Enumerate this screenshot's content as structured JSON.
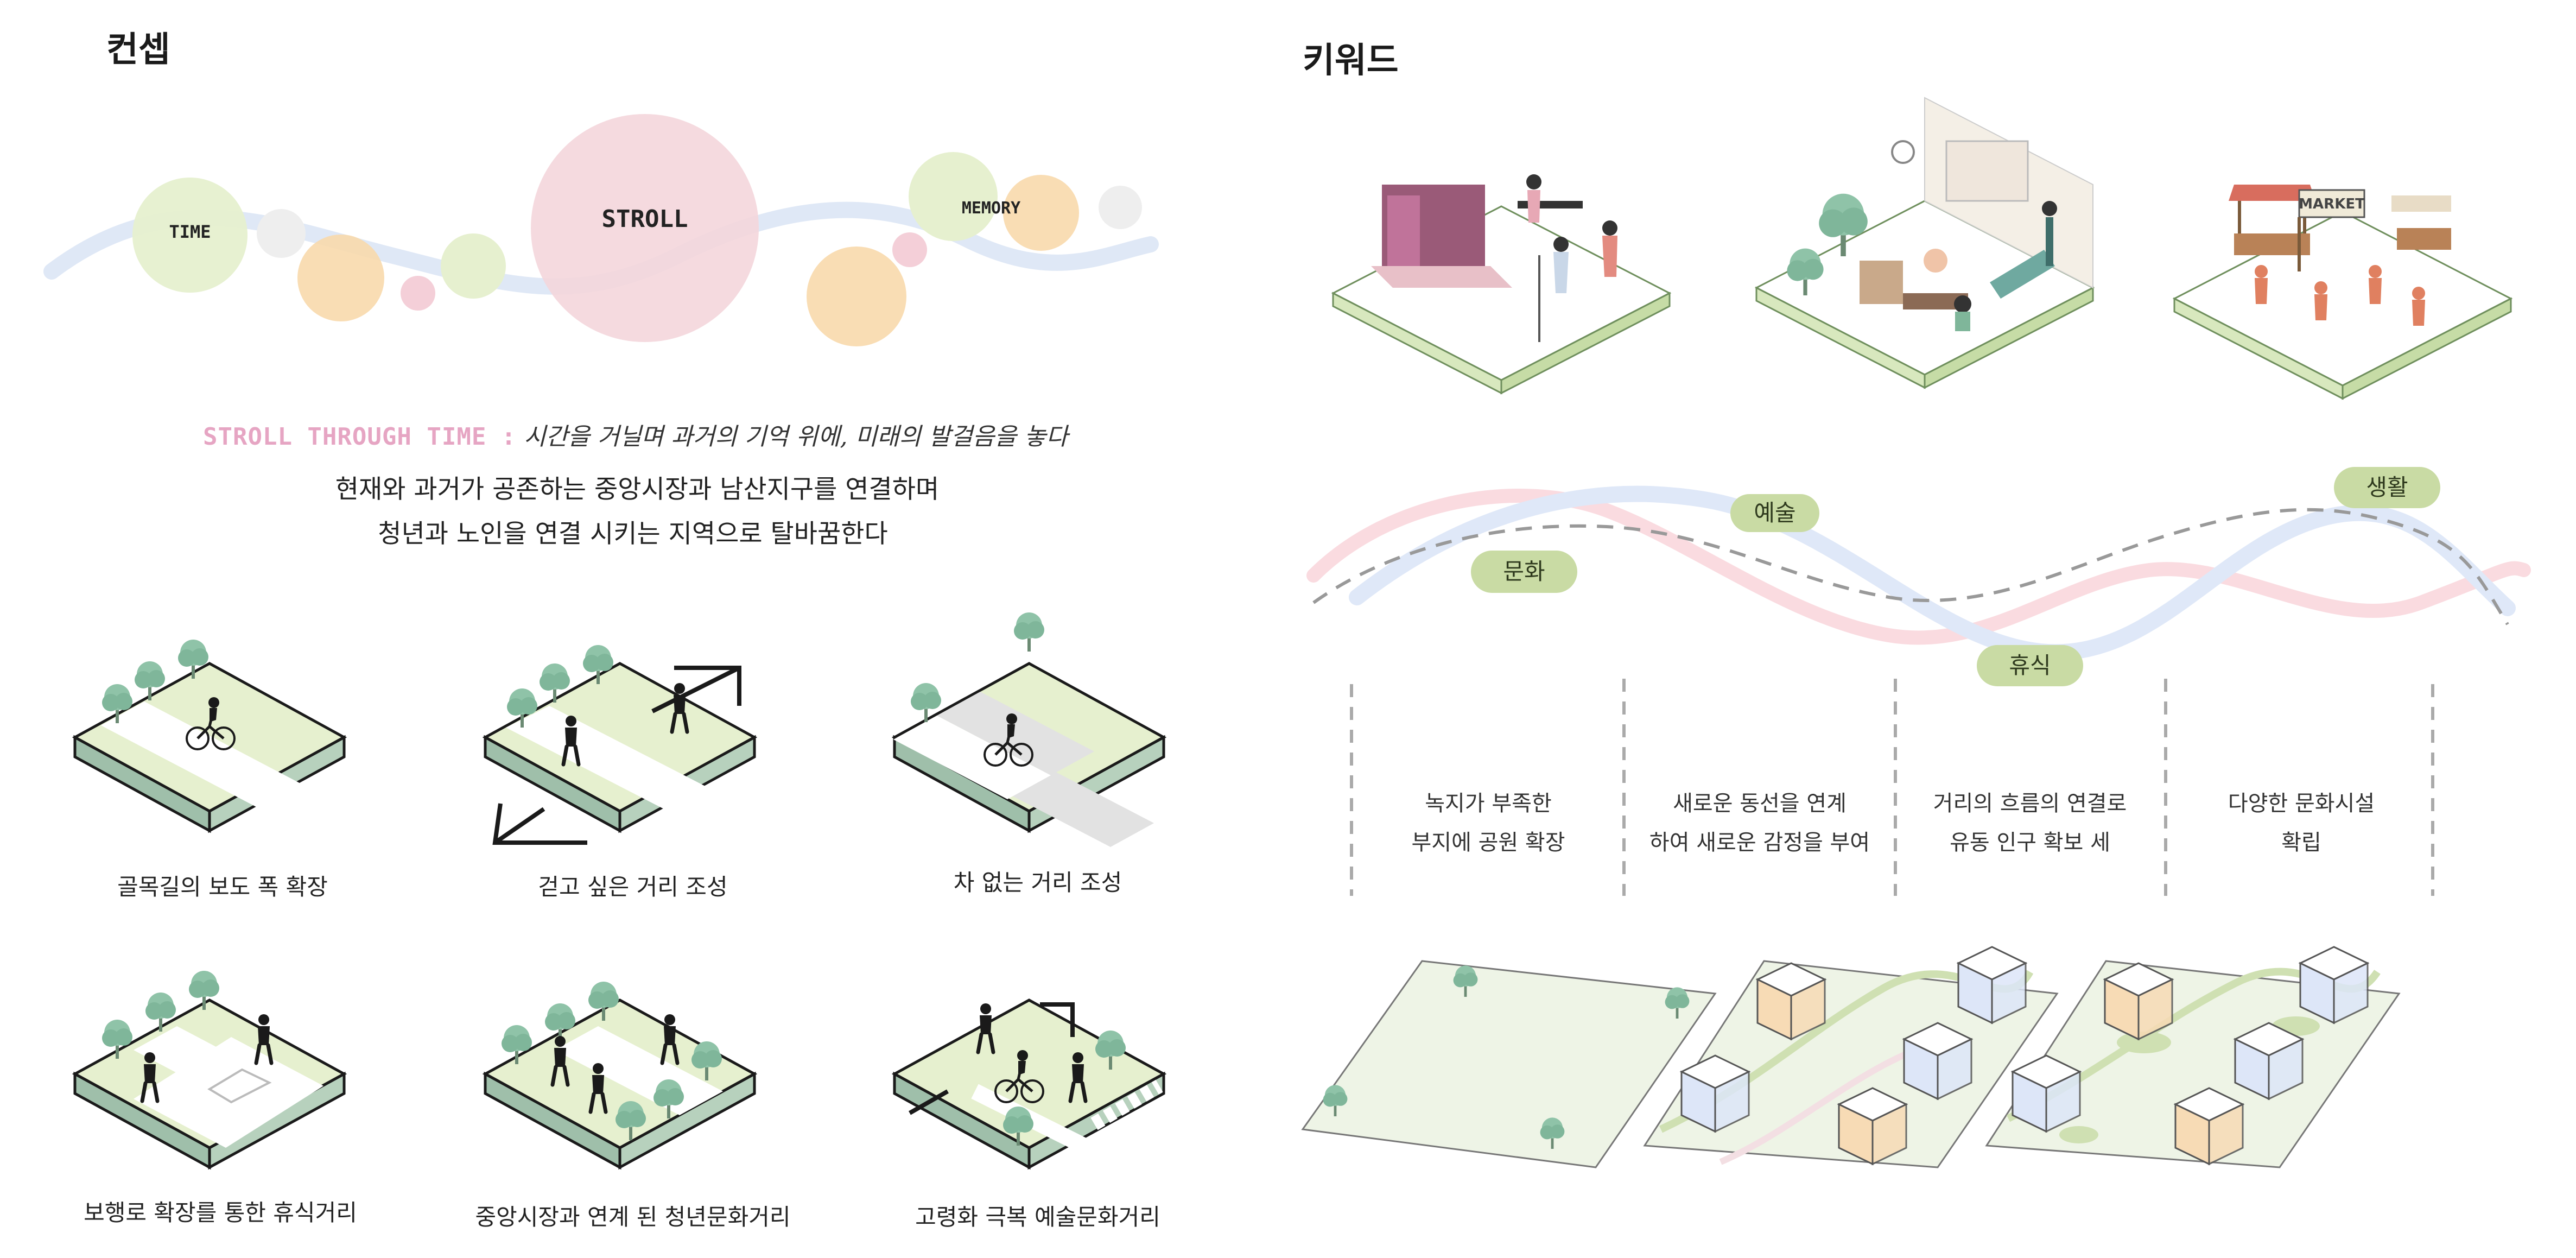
{
  "left": {
    "title": "컨셉",
    "bubbles": {
      "time": "TIME",
      "stroll": "STROLL",
      "memory": "MEMORY"
    },
    "tagline_strong": "STROLL THROUGH TIME :",
    "tagline_rest": "시간을 거닐며 과거의 기억 위에, 미래의 발걸음을 놓다",
    "body_lines": [
      "현재와 과거가 공존하는 중앙시장과 남산지구를 연결하며",
      "청년과 노인을 연결 시키는 지역으로 탈바꿈한다"
    ],
    "diagrams": [
      {
        "caption": "골목길의 보도 폭 확장"
      },
      {
        "caption": "걷고 싶은 거리 조성"
      },
      {
        "caption": "차 없는 거리 조성"
      },
      {
        "caption": "보행로 확장를 통한 휴식거리"
      },
      {
        "caption": "중앙시장과 연계 된 청년문화거리"
      },
      {
        "caption": "고령화 극복 예술문화거리"
      }
    ]
  },
  "right": {
    "title": "키워드",
    "market_sign": "MARKET",
    "keywords": {
      "culture": "문화",
      "art": "예술",
      "rest": "휴식",
      "life": "생활"
    },
    "columns": [
      {
        "line1": "녹지가 부족한",
        "line2": "부지에 공원 확장"
      },
      {
        "line1": "새로운 동선을 연계",
        "line2": "하여 새로운 감정을 부여"
      },
      {
        "line1": "거리의 흐름의 연결로",
        "line2": "유동 인구 확보 세"
      },
      {
        "line1": "다양한 문화시설",
        "line2": "확립"
      }
    ]
  },
  "colors": {
    "green_light": "#e6f0cf",
    "green_dark": "#9fbfaa",
    "pink": "#f0c9d4",
    "orange": "#f8d9ac",
    "blue": "#dbe6f7",
    "pill": "#c9dba4"
  }
}
